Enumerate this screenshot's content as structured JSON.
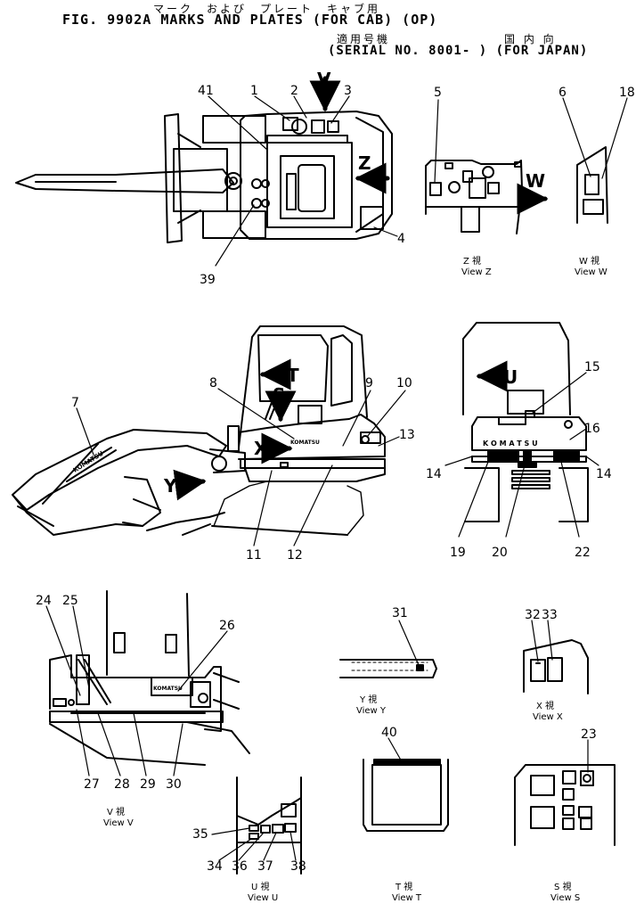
{
  "header": {
    "jp_title": "マーク　および　プレート　キャブ用",
    "fig_title": "FIG. 9902A  MARKS AND PLATES (FOR CAB) (OP)",
    "jp_serial": "適用号機",
    "jp_country": "国 内 向",
    "serial": "(SERIAL NO. 8001- ) (FOR JAPAN)"
  },
  "callouts": {
    "n1": "1",
    "n2": "2",
    "n3": "3",
    "n4": "4",
    "n5": "5",
    "n6": "6",
    "n7": "7",
    "n8": "8",
    "n9": "9",
    "n10": "10",
    "n11": "11",
    "n12": "12",
    "n13": "13",
    "n14a": "14",
    "n14b": "14",
    "n15": "15",
    "n16": "16",
    "n18": "18",
    "n19": "19",
    "n20": "20",
    "n22": "22",
    "n23": "23",
    "n24": "24",
    "n25": "25",
    "n26": "26",
    "n27": "27",
    "n28": "28",
    "n29": "29",
    "n30": "30",
    "n31": "31",
    "n32": "32",
    "n33": "33",
    "n34": "34",
    "n35": "35",
    "n36": "36",
    "n37": "37",
    "n38": "38",
    "n39": "39",
    "n40": "40",
    "n41": "41"
  },
  "view_letters": {
    "V": "V",
    "Z": "Z",
    "W": "W",
    "T": "T",
    "S": "S",
    "X": "X",
    "Y": "Y",
    "U": "U"
  },
  "views": {
    "z": {
      "jp": "Z 視",
      "en": "View Z"
    },
    "w": {
      "jp": "W 視",
      "en": "View W"
    },
    "v": {
      "jp": "V 視",
      "en": "View V"
    },
    "y": {
      "jp": "Y 視",
      "en": "View Y"
    },
    "x": {
      "jp": "X 視",
      "en": "View X"
    },
    "u": {
      "jp": "U 視",
      "en": "View U"
    },
    "t": {
      "jp": "T 視",
      "en": "View T"
    },
    "s": {
      "jp": "S 視",
      "en": "View S"
    }
  },
  "brand": "KOMATSU",
  "brand_spaced": "K O M A T S U"
}
